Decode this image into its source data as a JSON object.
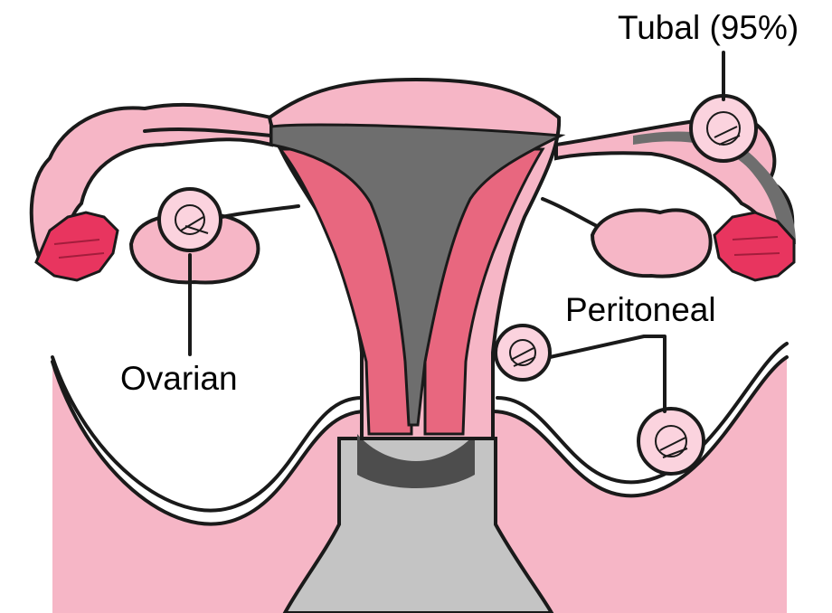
{
  "labels": {
    "tubal": "Tubal (95%)",
    "ovarian": "Ovarian",
    "peritoneal": "Peritoneal"
  },
  "colors": {
    "tissue_pink": "#f6b6c6",
    "uterine_wall": "#e8677f",
    "fimbria": "#e8355f",
    "cavity_gray": "#7a7a7a",
    "vagina_gray": "#bdbdbd",
    "outline": "#1a1a1a"
  }
}
